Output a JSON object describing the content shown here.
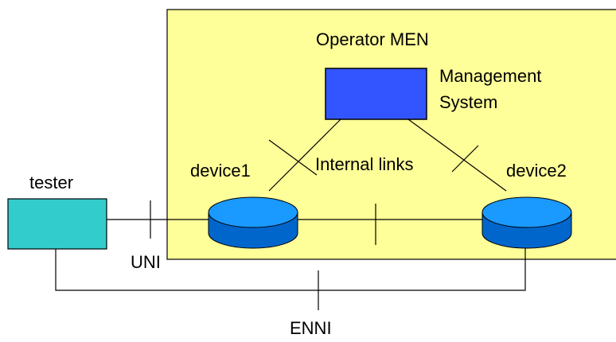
{
  "labels": {
    "operator_men": "Operator MEN",
    "management_line1": "Management",
    "management_line2": "System",
    "internal_links": "Internal links",
    "device1": "device1",
    "device2": "device2",
    "tester": "tester",
    "uni": "UNI",
    "enni": "ENNI"
  },
  "colors": {
    "men_region_fill": "#ffff99",
    "management_system_fill": "#3355ff",
    "tester_fill": "#33cccc",
    "device_top_fill": "#1a99ff",
    "device_side_fill": "#0066cc",
    "line": "#000000"
  }
}
